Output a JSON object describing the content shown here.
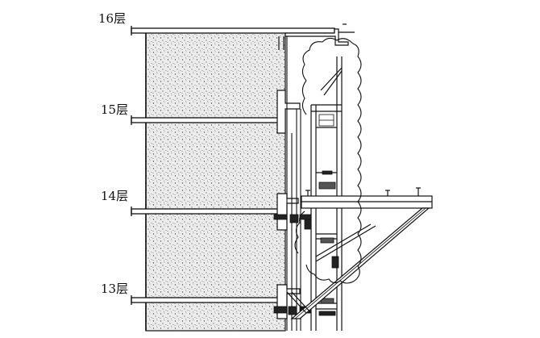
{
  "floors": [
    {
      "id": "f16",
      "label": "16层"
    },
    {
      "id": "f15",
      "label": "15层"
    },
    {
      "id": "f14",
      "label": "14层"
    },
    {
      "id": "f13",
      "label": "13层"
    }
  ],
  "colors": {
    "line": "#111111",
    "wall_fill": "#e9e9e9",
    "speckle": "#5a5a5a"
  }
}
